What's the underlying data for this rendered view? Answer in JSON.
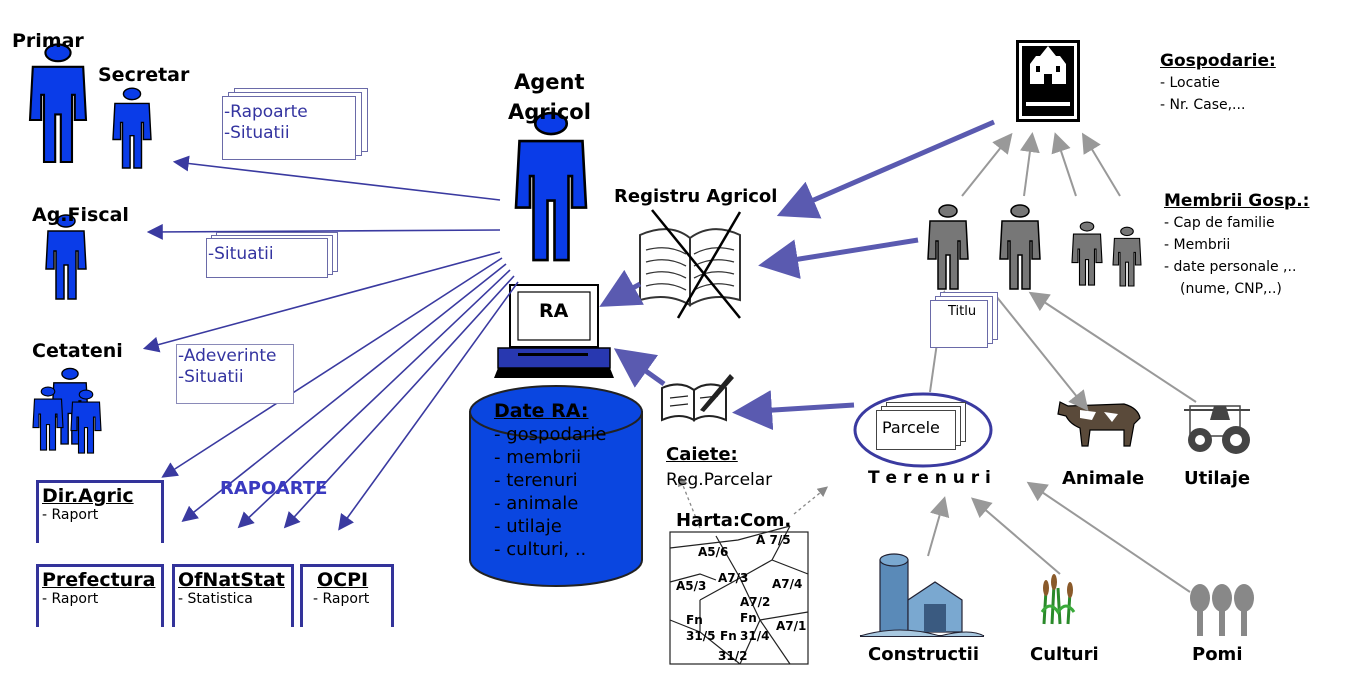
{
  "actors": {
    "primar": "Primar",
    "secretar": "Secretar",
    "ag_fiscal": "Ag.Fiscal",
    "cetateni": "Cetateni",
    "agent_line1": "Agent",
    "agent_line2": "Agricol"
  },
  "documents": {
    "rapoarte_situatii": [
      "-Rapoarte",
      "-Situatii"
    ],
    "situatii": "-Situatii",
    "adeverinte_situatii": [
      "-Adeverinte",
      "-Situatii"
    ],
    "titlu": "Titlu",
    "parcele": "Parcele"
  },
  "reports": [
    {
      "id": "dir-agric",
      "title": "Dir.Agric",
      "sub": "- Raport"
    },
    {
      "id": "prefectura",
      "title": "Prefectura",
      "sub": "- Raport"
    },
    {
      "id": "ofnatstat",
      "title": "OfNatStat",
      "sub": "- Statistica"
    },
    {
      "id": "ocpi",
      "title": "OCPI",
      "sub": "- Raport"
    }
  ],
  "rapoarte_label": "RAPOARTE",
  "computer_label": "RA",
  "registru_label": "Registru Agricol",
  "database": {
    "title": "Date RA:",
    "items": [
      "- gospodarie",
      "- membrii",
      "- terenuri",
      "- animale",
      "- utilaje",
      "- culturi, .."
    ]
  },
  "caiete": {
    "title": "Caiete:",
    "sub": "Reg.Parcelar"
  },
  "harta": {
    "title": "Harta:Com.",
    "parcels": [
      "A5/6",
      "A 7/5",
      "A5/3",
      "A7/3",
      "A7/4",
      "A7/2",
      "Fn",
      "Fn",
      "31/4",
      "31/5",
      "Fn",
      "A7/1",
      "31/2"
    ]
  },
  "gospodarie": {
    "title": "Gospodarie:",
    "items": [
      "- Locatie",
      "- Nr. Case,..."
    ]
  },
  "membrii": {
    "title": "Membrii Gosp.:",
    "items": [
      "- Cap de familie",
      "- Membrii",
      "- date personale ,..",
      "(nume, CNP,..)"
    ]
  },
  "terenuri_label": "T e r e n u r i",
  "animale_label": "Animale",
  "utilaje_label": "Utilaje",
  "constructii_label": "Constructii",
  "culturi_label": "Culturi",
  "pomi_label": "Pomi",
  "colors": {
    "person_blue": "#0a3ce8",
    "person_gray": "#7a7a7a",
    "arrow_navy": "#3a3aa0",
    "arrow_purple": "#5a5ab0",
    "arrow_gray": "#999999",
    "db_blue": "#0a46e0"
  }
}
